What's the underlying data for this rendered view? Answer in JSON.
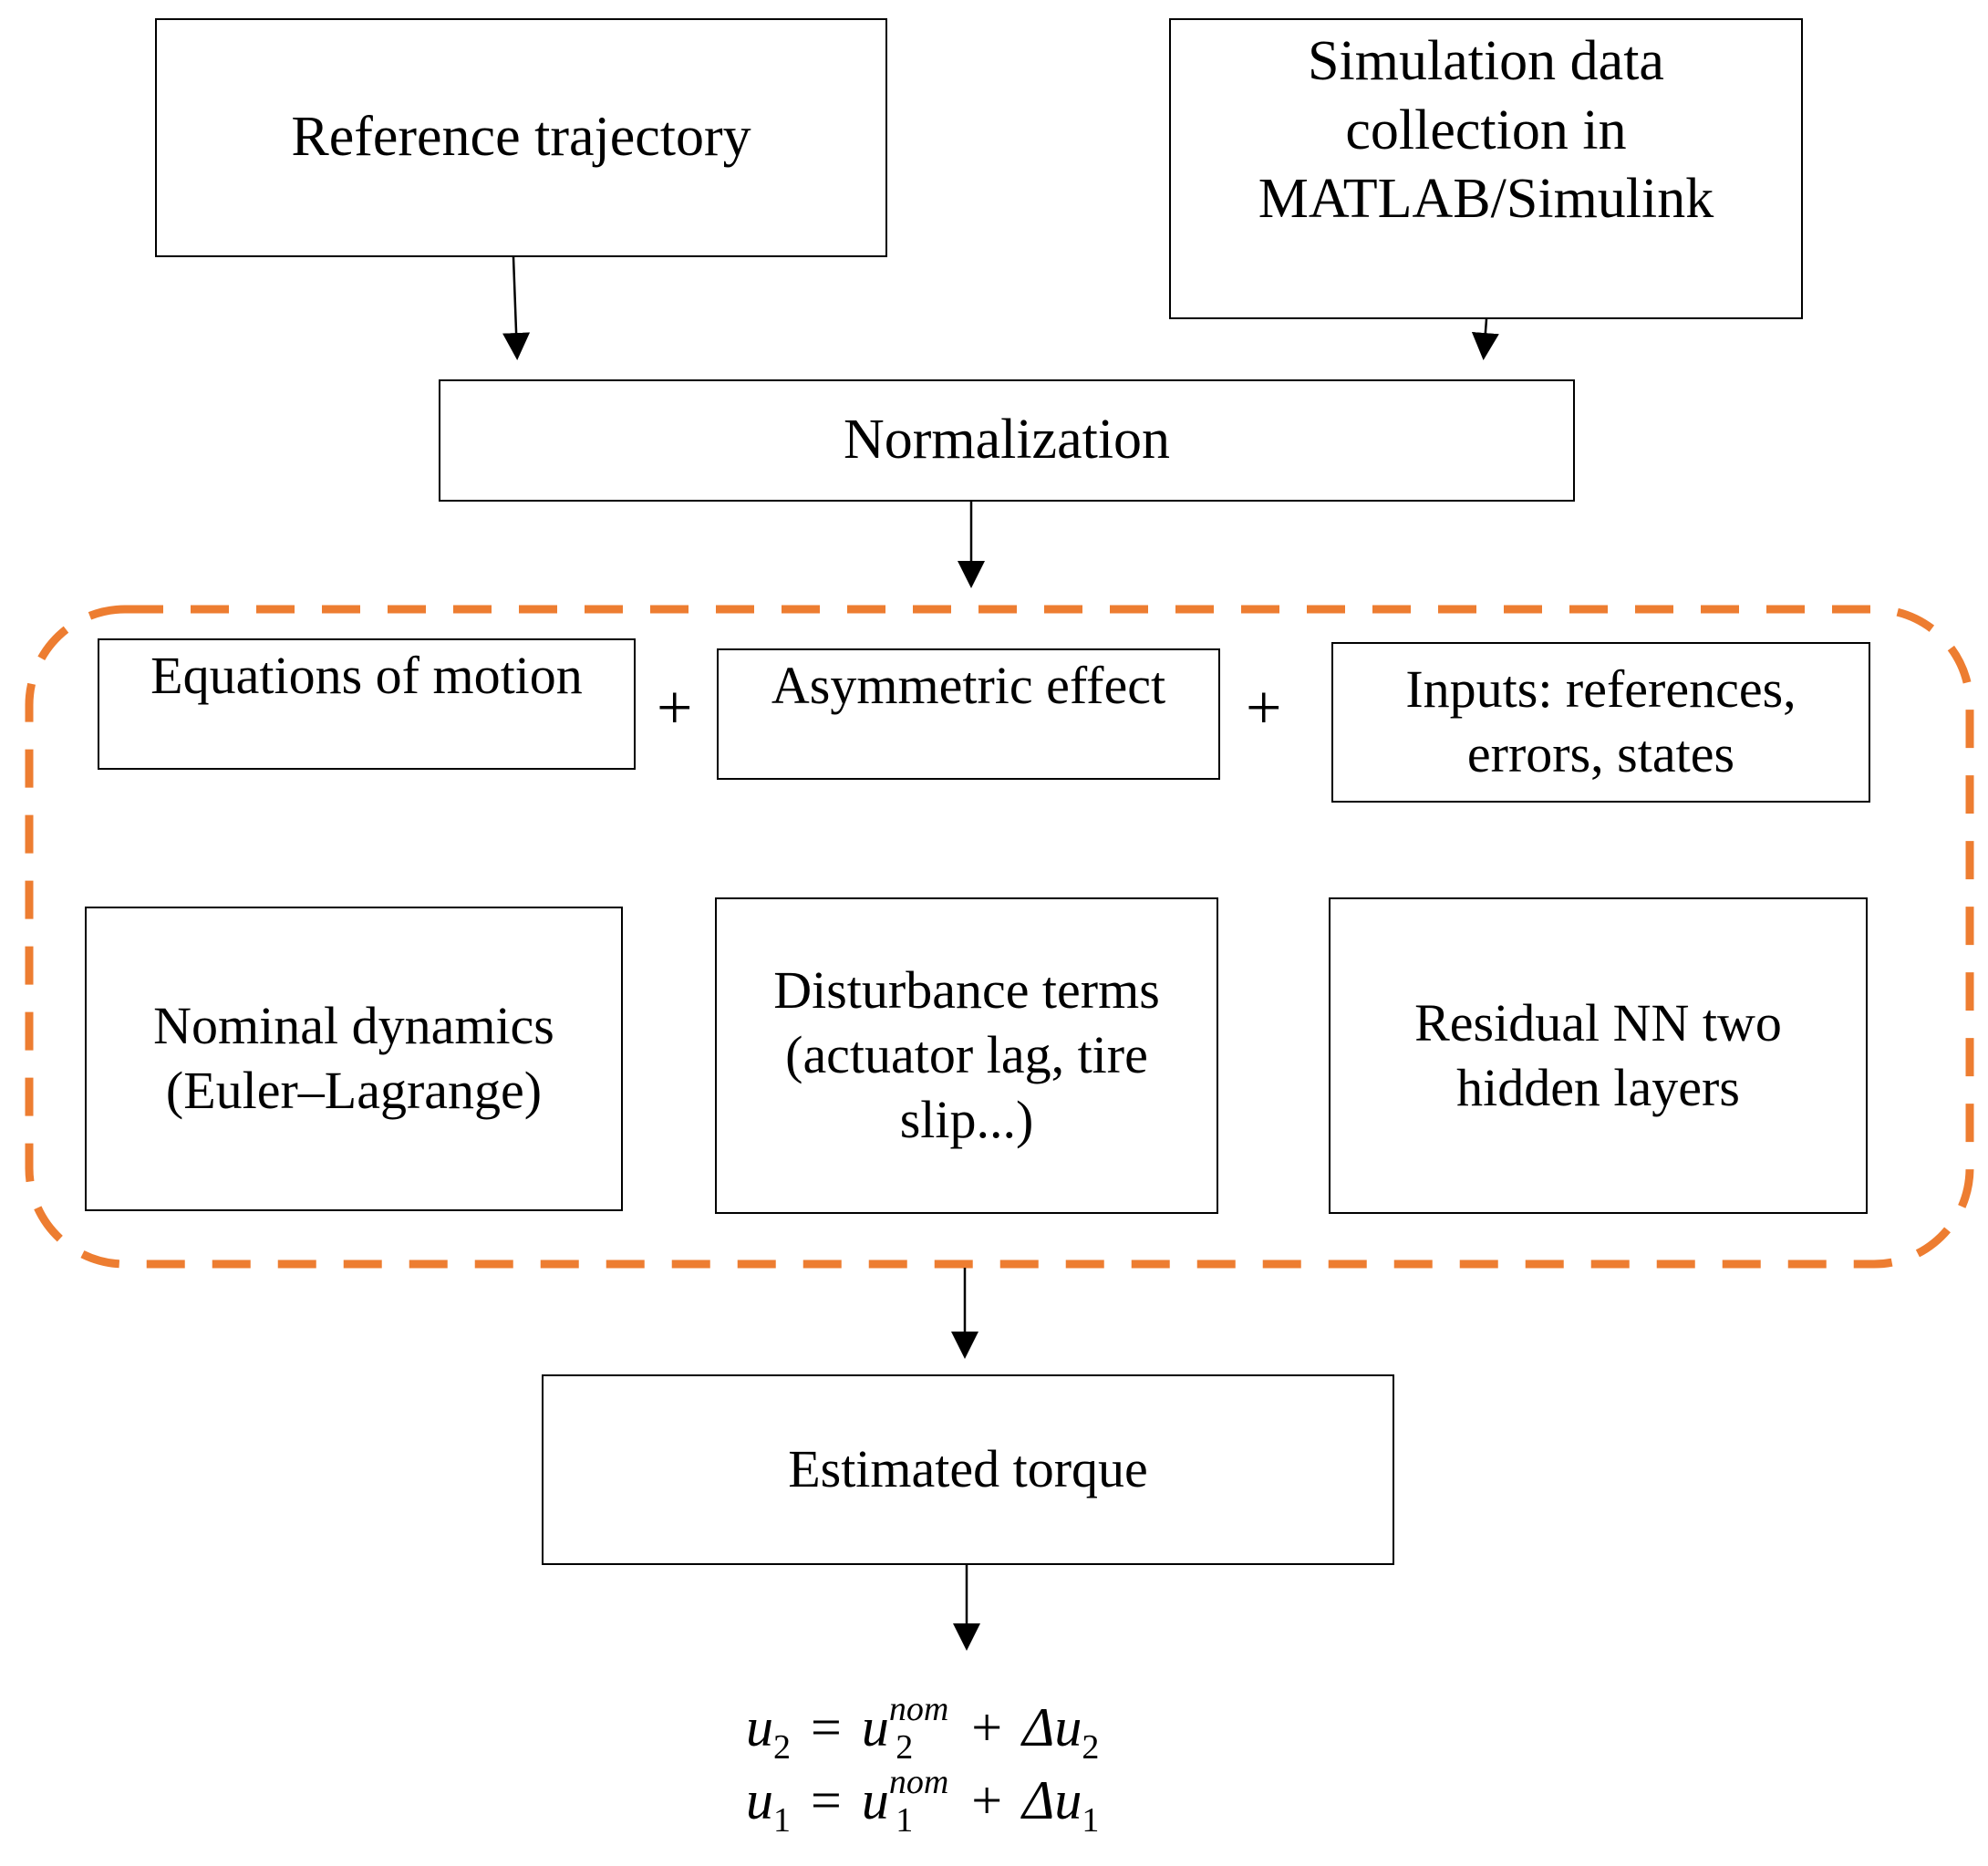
{
  "colors": {
    "accent_dashed": "#ED7D31",
    "stroke": "#000000"
  },
  "nodes": {
    "reference": "Reference trajectory",
    "simulation": "Simulation data\ncollection in\nMATLAB/Simulink",
    "normalization": "Normalization",
    "equations": "Equations of motion",
    "asymmetric": "Asymmetric effect",
    "inputs": "Inputs: references,\nerrors, states",
    "nominal": "Nominal dynamics\n(Euler–Lagrange)",
    "disturbance": "Disturbance terms\n(actuator lag, tire\nslip...)",
    "residual": "Residual NN two\nhidden layers",
    "estimated": "Estimated torque"
  },
  "operators": {
    "plus_1": "+",
    "plus_2": "+"
  },
  "equations": [
    {
      "lhs": "u",
      "lhs_sub": "2",
      "rhs": "u",
      "rhs_sup": "nom",
      "rhs_sub": "2",
      "delta": "Δu",
      "delta_sub": "2"
    },
    {
      "lhs": "u",
      "lhs_sub": "1",
      "rhs": "u",
      "rhs_sup": "nom",
      "rhs_sub": "1",
      "delta": "Δu",
      "delta_sub": "1"
    }
  ]
}
